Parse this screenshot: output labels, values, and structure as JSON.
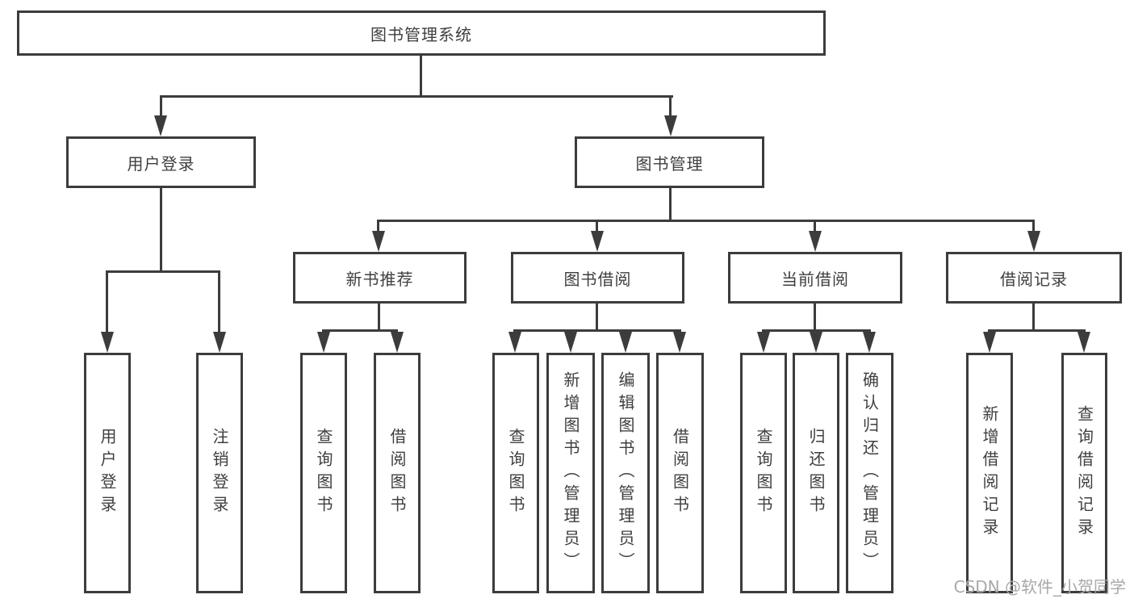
{
  "diagram": {
    "tree": {
      "label": "图书管理系统",
      "children": [
        {
          "label": "用户登录",
          "children": [
            {
              "label": "用户登录"
            },
            {
              "label": "注销登录"
            }
          ]
        },
        {
          "label": "图书管理",
          "children": [
            {
              "label": "新书推荐",
              "children": [
                {
                  "label": "查询图书"
                },
                {
                  "label": "借阅图书"
                }
              ]
            },
            {
              "label": "图书借阅",
              "children": [
                {
                  "label": "查询图书"
                },
                {
                  "label": "新增图书（管理员）"
                },
                {
                  "label": "编辑图书（管理员）"
                },
                {
                  "label": "借阅图书"
                }
              ]
            },
            {
              "label": "当前借阅",
              "children": [
                {
                  "label": "查询图书"
                },
                {
                  "label": "归还图书"
                },
                {
                  "label": "确认归还（管理员）"
                }
              ]
            },
            {
              "label": "借阅记录",
              "children": [
                {
                  "label": "新增借阅记录"
                },
                {
                  "label": "查询借阅记录"
                }
              ]
            }
          ]
        }
      ]
    },
    "colors": {
      "line": "#3c3c3c",
      "text": "#3f3f3f",
      "background": "#ffffff",
      "watermark": "#a8a8a8"
    }
  },
  "watermark": {
    "text": "CSDN @软件_小贺同学"
  }
}
